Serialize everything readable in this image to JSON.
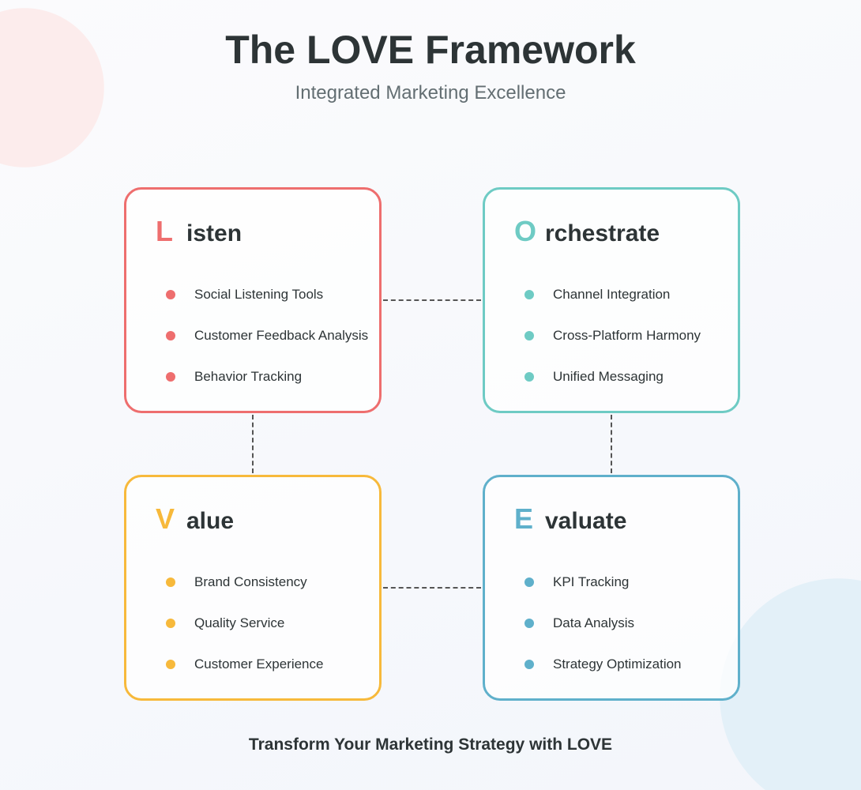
{
  "header": {
    "title": "The LOVE Framework",
    "subtitle": "Integrated Marketing Excellence"
  },
  "cards": [
    {
      "letter": "L",
      "word": "isten",
      "color": "#ee6e6e",
      "items": [
        "Social Listening Tools",
        "Customer Feedback Analysis",
        "Behavior Tracking"
      ]
    },
    {
      "letter": "O",
      "word": "rchestrate",
      "color": "#6ecbc4",
      "items": [
        "Channel Integration",
        "Cross-Platform Harmony",
        "Unified Messaging"
      ]
    },
    {
      "letter": "V",
      "word": "alue",
      "color": "#f7b93b",
      "items": [
        "Brand Consistency",
        "Quality Service",
        "Customer Experience"
      ]
    },
    {
      "letter": "E",
      "word": "valuate",
      "color": "#5fb0cb",
      "items": [
        "KPI Tracking",
        "Data Analysis",
        "Strategy Optimization"
      ]
    }
  ],
  "footer": {
    "text": "Transform Your Marketing Strategy with LOVE"
  }
}
